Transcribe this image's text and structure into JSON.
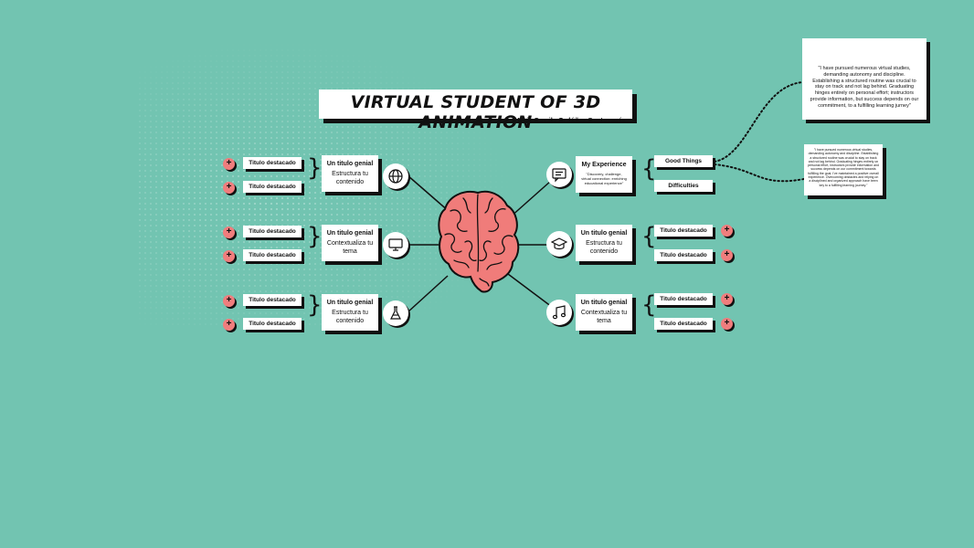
{
  "title": "VIRTUAL STUDENT OF 3D ANIMATION",
  "author": "María Camila Ordóñez Santamaría",
  "left_nodes": [
    {
      "heading": "Un titulo genial",
      "body": "Estructura tu contenido",
      "icon": "globe-icon",
      "tags": [
        "Titulo destacado",
        "Titulo destacado"
      ]
    },
    {
      "heading": "Un titulo genial",
      "body": "Contextualiza tu tema",
      "icon": "monitor-icon",
      "tags": [
        "Titulo destacado",
        "Titulo destacado"
      ]
    },
    {
      "heading": "Un titulo genial",
      "body": "Estructura tu contenido",
      "icon": "flask-icon",
      "tags": [
        "Titulo destacado",
        "Titulo destacado"
      ]
    }
  ],
  "right_nodes": [
    {
      "heading": "My Experience",
      "body": "\"Discovery, challenge, virtual connection: enriching educational experience\"",
      "icon": "chat-icon",
      "tags": [
        "Good Things",
        "Difficulties"
      ]
    },
    {
      "heading": "Un titulo genial",
      "body": "Estructura tu contenido",
      "icon": "graduation-cap-icon",
      "tags": [
        "Titulo destacado",
        "Titulo destacado"
      ]
    },
    {
      "heading": "Un titulo genial",
      "body": "Contextualiza tu tema",
      "icon": "music-note-icon",
      "tags": [
        "Titulo destacado",
        "Titulo destacado"
      ]
    }
  ],
  "quote_good": "\"I have pursued numerous virtual studies, demanding autonomy and discipline. Establishing a structured routine was crucial to stay on track and not lag behind. Graduating hinges entirely on personal effort; instructors provide information, but success depends on our commitment, to a fulfilling learning jurney\"",
  "quote_difficulties": "\"I have pursued numerous virtual studies, demanding autonomy and discipline. Establishing a structured routine was crucial to stay on track and not lag behind. Graduating hinges entirely on personal effort, instructors provide information and success depends on our commitment towards fulfilling the goal. I've maintained a positive overall experience. Overcoming obstacles and relying on a disciplined and organized approach have been key to a fulfilling learning journey.\"",
  "colors": {
    "background": "#72c4b1",
    "brain": "#f07c7a",
    "plus": "#f07d7d",
    "ink": "#111111"
  },
  "plus_symbol": "+"
}
